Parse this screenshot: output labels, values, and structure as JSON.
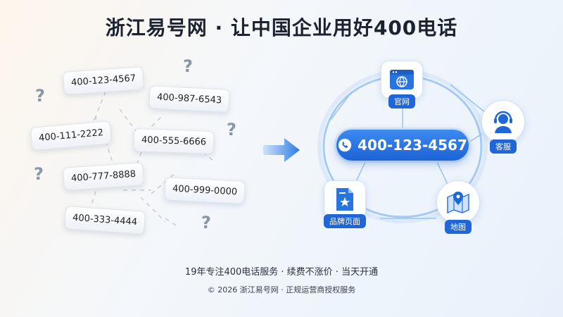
{
  "title": "浙江易号网 · 让中国企业用好400电话",
  "scatter": {
    "numbers": [
      "400-123-4567",
      "400-987-6543",
      "400-111-2222",
      "400-555-6666",
      "400-777-8888",
      "400-999-0000",
      "400-333-4444"
    ],
    "question_mark": "?"
  },
  "hub": {
    "phone": "400-123-4567",
    "nodes": {
      "website": "官网",
      "service": "客服",
      "brand_page": "品牌页面",
      "map": "地图"
    }
  },
  "footer": {
    "line1": "19年专注400电话服务 · 续费不涨价 · 当天开通",
    "line2": "© 2026 浙江易号网 · 正规运营商授权服务"
  },
  "colors": {
    "accent": "#1f66d8",
    "accent_light": "#3d8af0",
    "ring": "#8fbcef"
  }
}
